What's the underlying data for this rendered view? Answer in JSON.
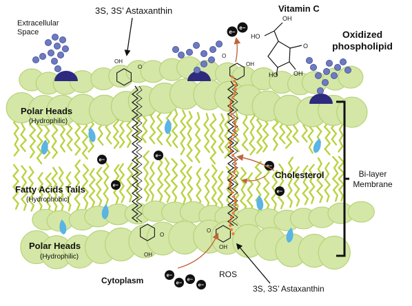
{
  "labels": {
    "extracellular": [
      "Extracellular",
      "Space"
    ],
    "astaxanthin_top": "3S, 3S’ Astaxanthin",
    "vitamin_c": "Vitamin C",
    "oxidized": [
      "Oxidized",
      "phospholipid"
    ],
    "polar_heads_top": "Polar Heads",
    "hydrophilic_top": "(Hydrophilic)",
    "fatty_tails": "Fatty Acids Tails",
    "hydrophobic": "(Hydrophobic)",
    "polar_heads_bottom": "Polar Heads",
    "hydrophilic_bottom": "(Hydrophilic)",
    "cholesterol": "Cholesterol",
    "bilayer": [
      "Bi-layer",
      "Membrane"
    ],
    "cytoplasm": "Cytoplasm",
    "ros": "ROS",
    "astaxanthin_bottom": "3S, 3S’ Astaxanthin"
  },
  "electron_label": "e−",
  "molecule_atoms": {
    "oh": "OH",
    "ho": "HO",
    "o": "O"
  },
  "colors": {
    "lipid_head": "#d4e7a6",
    "lipid_stroke": "#b8d27a",
    "tail": "#b9d23f",
    "cholesterol": "#5ab4e4",
    "sugar": "#6c7ac0",
    "oxidized_head": "#2e2a7e",
    "chain": "#222222",
    "ros_dot": "#f07a3a",
    "arrow_ros": "#c0653a",
    "bracket": "#111111"
  }
}
